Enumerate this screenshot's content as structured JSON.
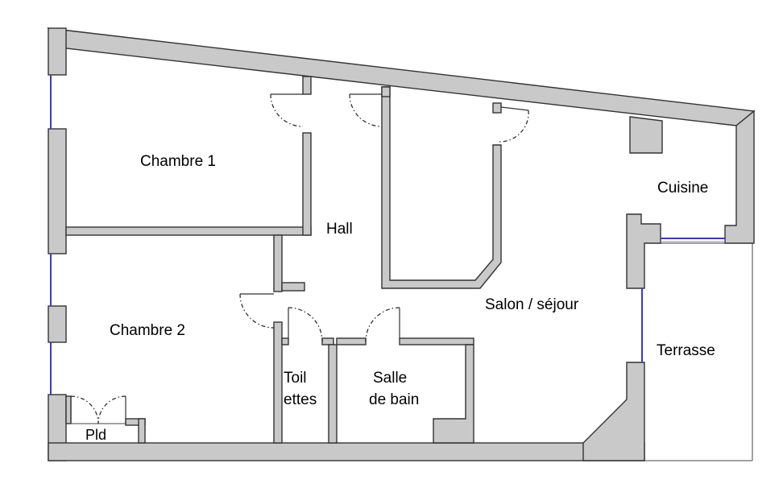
{
  "plan": {
    "rooms": {
      "chambre1": "Chambre 1",
      "chambre2": "Chambre 2",
      "hall": "Hall",
      "cuisine": "Cuisine",
      "salon": "Salon / séjour",
      "terrasse": "Terrasse",
      "toilettes_line1": "Toil",
      "toilettes_line2": "ettes",
      "salle_line1": "Salle",
      "salle_line2": "de bain",
      "placard": "Pld"
    }
  }
}
